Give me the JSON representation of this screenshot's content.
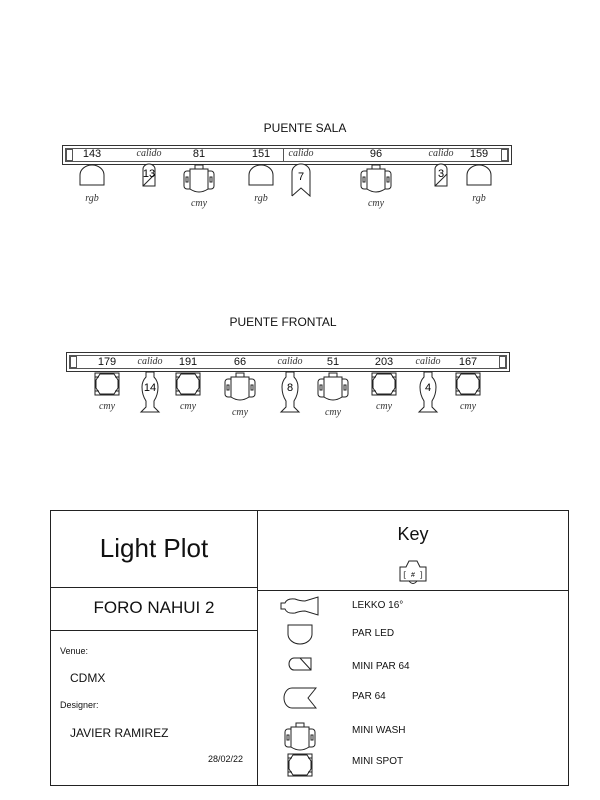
{
  "bars": [
    {
      "name": "PUENTE SALA",
      "fixtures": [
        {
          "channel": "143",
          "type": "par-led",
          "color": "rgb"
        },
        {
          "channel": "",
          "type": "mini-par-64",
          "color": "calido",
          "unit": "13"
        },
        {
          "channel": "81",
          "type": "mini-wash",
          "color": "cmy"
        },
        {
          "channel": "151",
          "type": "par-led",
          "color": "rgb"
        },
        {
          "channel": "",
          "type": "par-64",
          "color": "calido",
          "unit": "7"
        },
        {
          "channel": "96",
          "type": "mini-wash",
          "color": "cmy"
        },
        {
          "channel": "",
          "type": "mini-par-64",
          "color": "calido",
          "unit": "3"
        },
        {
          "channel": "159",
          "type": "par-led",
          "color": "rgb"
        }
      ]
    },
    {
      "name": "PUENTE FRONTAL",
      "fixtures": [
        {
          "channel": "179",
          "type": "mini-spot",
          "color": "cmy"
        },
        {
          "channel": "",
          "type": "lekko",
          "color": "calido",
          "unit": "14"
        },
        {
          "channel": "191",
          "type": "mini-spot",
          "color": "cmy"
        },
        {
          "channel": "66",
          "type": "mini-wash",
          "color": "cmy"
        },
        {
          "channel": "",
          "type": "lekko",
          "color": "calido",
          "unit": "8"
        },
        {
          "channel": "51",
          "type": "mini-wash",
          "color": "cmy"
        },
        {
          "channel": "203",
          "type": "mini-spot",
          "color": "cmy"
        },
        {
          "channel": "",
          "type": "lekko",
          "color": "calido",
          "unit": "4"
        },
        {
          "channel": "167",
          "type": "mini-spot",
          "color": "cmy"
        }
      ]
    }
  ],
  "titleblock": {
    "title": "Light Plot",
    "show": "FORO NAHUI 2",
    "venue_label": "Venue:",
    "venue": "CDMX",
    "designer_label": "Designer:",
    "designer": "JAVIER RAMIREZ",
    "date": "28/02/22"
  },
  "key": {
    "title": "Key",
    "sample_text": "[ # ]",
    "items": [
      {
        "type": "lekko",
        "label": "LEKKO 16°"
      },
      {
        "type": "par-led",
        "label": "PAR LED"
      },
      {
        "type": "mini-par-64",
        "label": "MINI PAR 64"
      },
      {
        "type": "par-64",
        "label": "PAR 64"
      },
      {
        "type": "mini-wash",
        "label": "MINI WASH"
      },
      {
        "type": "mini-spot",
        "label": "MINI SPOT"
      }
    ]
  }
}
